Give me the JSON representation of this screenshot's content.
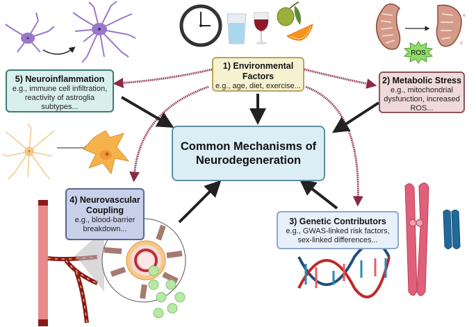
{
  "title": "Common Mechanisms of Neurodegeneration",
  "nodes": [
    {
      "id": "center",
      "title": "Common Mechanisms of Neurodegeneration",
      "description": ""
    },
    {
      "id": "environmental",
      "title": "1) Environmental Factors",
      "description": "e.g., age, diet, exercise..."
    },
    {
      "id": "metabolic",
      "title": "2) Metabolic Stress",
      "description": "e.g., mitochondrial dysfunction, increased ROS..."
    },
    {
      "id": "genetic",
      "title": "3) Genetic Contributors",
      "description": "e.g., GWAS-linked risk factors, sex-linked differences..."
    },
    {
      "id": "neurovascular",
      "title": "4) Neurovascular Coupling",
      "description": "e.g., blood-barrier breakdown..."
    },
    {
      "id": "neuroinflammation",
      "title": "5) Neuroinflammation",
      "description": "e.g.,  immune cell infiltration, reactivity of astroglia subtypes..."
    }
  ],
  "edges": [
    {
      "from": "environmental",
      "to": "center",
      "style": "solid"
    },
    {
      "from": "metabolic",
      "to": "center",
      "style": "solid"
    },
    {
      "from": "genetic",
      "to": "center",
      "style": "solid"
    },
    {
      "from": "neurovascular",
      "to": "center",
      "style": "solid"
    },
    {
      "from": "neuroinflammation",
      "to": "center",
      "style": "solid"
    },
    {
      "from": "environmental",
      "to": "neuroinflammation",
      "style": "dotted"
    },
    {
      "from": "environmental",
      "to": "metabolic",
      "style": "dotted"
    },
    {
      "from": "environmental",
      "to": "neurovascular",
      "style": "dotted"
    },
    {
      "from": "environmental",
      "to": "genetic",
      "style": "dotted"
    }
  ],
  "illustrations": {
    "ros_label": "ROS",
    "environmental_icons": [
      "clock-icon",
      "water-glass-icon",
      "wine-glass-icon",
      "olive-icon",
      "orange-slice-icon"
    ]
  },
  "colors": {
    "solid_arrow": "#222222",
    "dotted_arrow": "#8b2a45",
    "center_fill": "#dbeef6",
    "env_fill": "#f6f2d1",
    "metabolic_fill": "#f0d9d9",
    "neuroinflammation_fill": "#d9efec",
    "neurovascular_fill": "#c9d1ea",
    "genetic_fill": "#e8f0fb"
  }
}
